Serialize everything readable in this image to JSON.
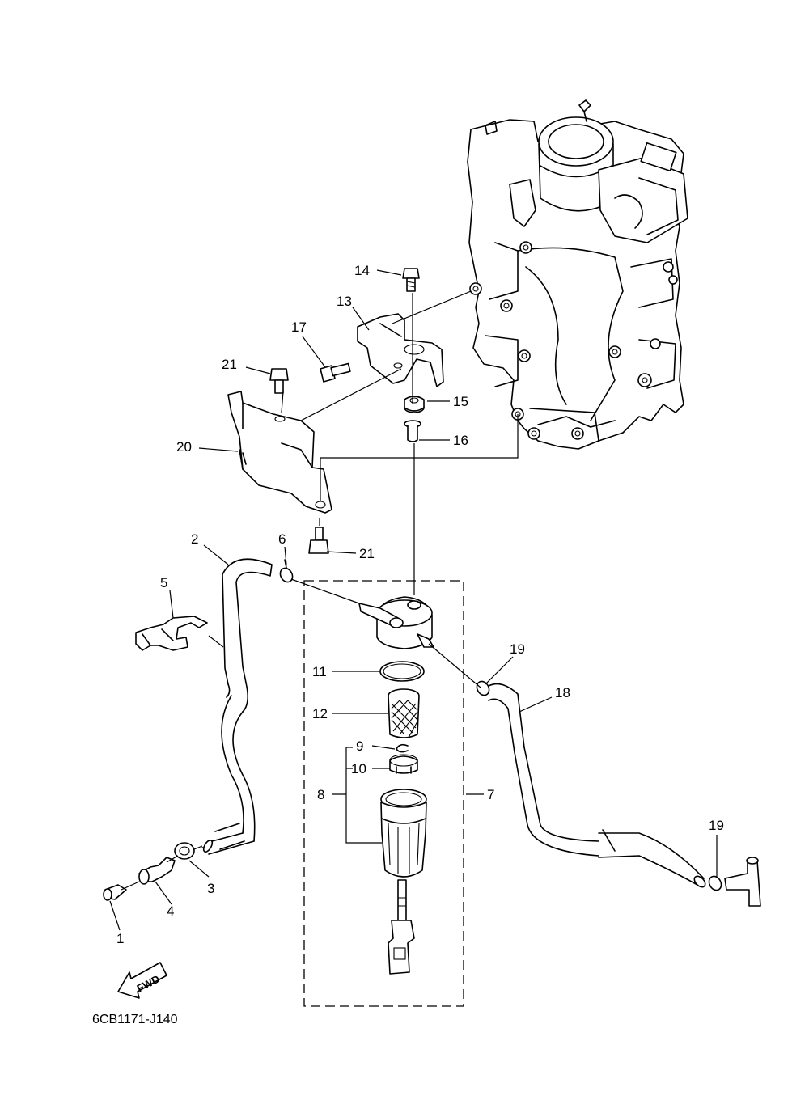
{
  "diagram_code": "6CB1171-J140",
  "fwd_label": "FWD",
  "callouts": {
    "c1": "1",
    "c2": "2",
    "c3": "3",
    "c4": "4",
    "c5": "5",
    "c6": "6",
    "c7": "7",
    "c8": "8",
    "c9": "9",
    "c10": "10",
    "c11": "11",
    "c12": "12",
    "c13": "13",
    "c14": "14",
    "c15": "15",
    "c16": "16",
    "c17": "17",
    "c18": "18",
    "c19a": "19",
    "c19b": "19",
    "c20": "20",
    "c21a": "21",
    "c21b": "21"
  }
}
